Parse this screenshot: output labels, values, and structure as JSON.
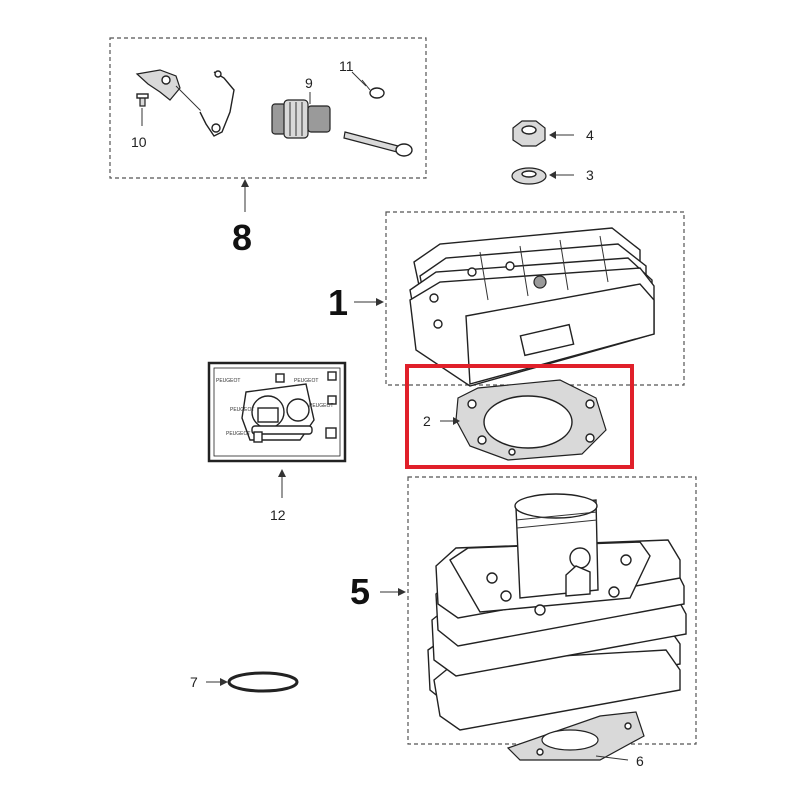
{
  "callouts": {
    "p1": "1",
    "p2": "2",
    "p3": "3",
    "p4": "4",
    "p5": "5",
    "p6": "6",
    "p7": "7",
    "p8": "8",
    "p9": "9",
    "p10": "10",
    "p11": "11",
    "p12": "12"
  },
  "gasket_kit_labels": [
    "PEUGEOT",
    "PEUGEOT",
    "PEUGEOT",
    "PEUGEOT",
    "PEUGEOT"
  ],
  "highlight": {
    "target": "2",
    "color": "#e0202a"
  }
}
